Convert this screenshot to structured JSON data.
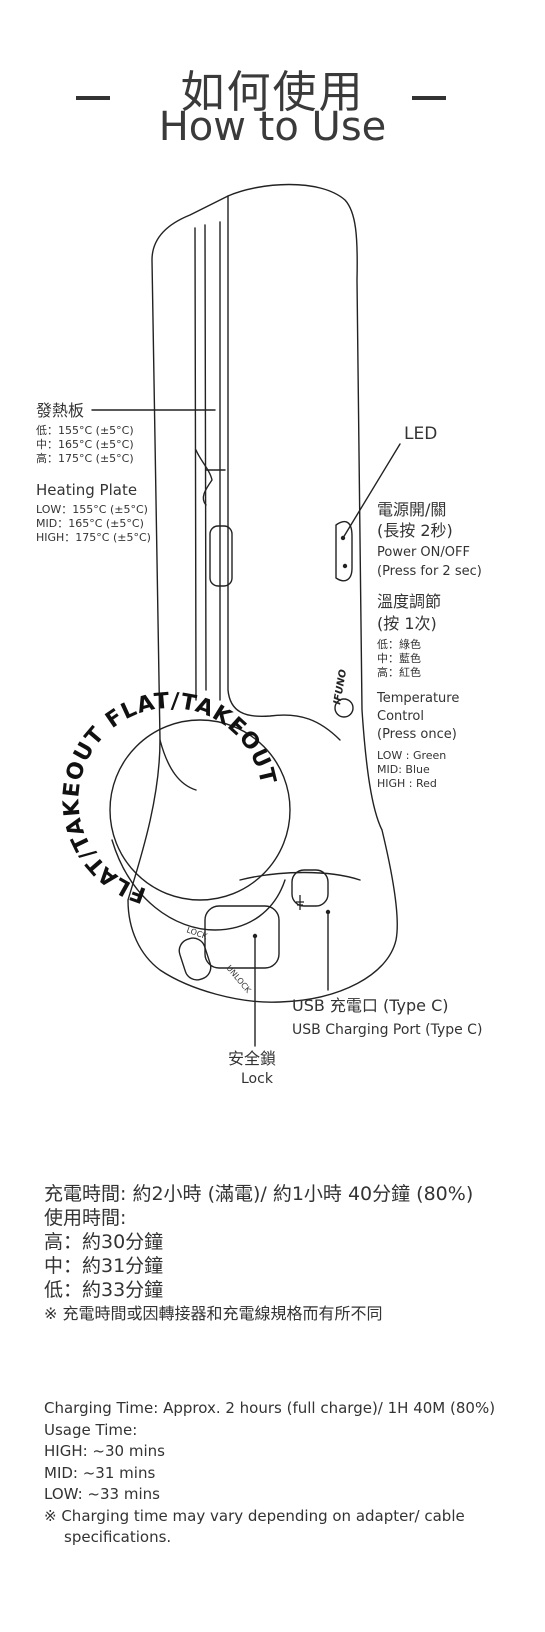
{
  "header": {
    "title_zh": "如何使用",
    "title_en": "How to Use"
  },
  "device": {
    "disc_text": "FLAT/TAKEOUT FLAT/TAKEOUT",
    "lock_text": "LOCK",
    "unlock_text": "UNLOCK",
    "brand_text": "IFUNO"
  },
  "heating_plate": {
    "title_zh": "發熱板",
    "zh_lines": [
      "低：155°C (±5°C)",
      "中：165°C (±5°C)",
      "高：175°C (±5°C)"
    ],
    "title_en": "Heating Plate",
    "en_lines": [
      "LOW：155°C (±5°C)",
      "MID：165°C (±5°C)",
      "HIGH：175°C (±5°C)"
    ]
  },
  "led": {
    "label": "LED"
  },
  "power": {
    "zh_line1": "電源開/關",
    "zh_line2": "(長按 2秒)",
    "en_line1": "Power ON/OFF",
    "en_line2": "(Press for 2 sec)"
  },
  "temperature": {
    "zh_line1": "溫度調節",
    "zh_line2": "(按 1次)",
    "zh_colors": [
      "低：綠色",
      "中：藍色",
      "高：紅色"
    ],
    "en_line1": "Temperature",
    "en_line2": "Control",
    "en_line3": "(Press once)",
    "en_colors": [
      "LOW : Green",
      "MID: Blue",
      "HIGH : Red"
    ]
  },
  "usb": {
    "zh": "USB 充電口 (Type C)",
    "en": "USB Charging Port (Type C)"
  },
  "lock": {
    "zh": "安全鎖",
    "en": "Lock"
  },
  "notes_zh": [
    "充電時間: 約2小時 (滿電)/ 約1小時 40分鐘 (80%)",
    "使用時間:",
    "高：約30分鐘",
    "中：約31分鐘",
    "低：約33分鐘",
    "※ 充電時間或因轉接器和充電線規格而有所不同"
  ],
  "notes_en": [
    "Charging Time: Approx. 2 hours (full charge)/ 1H 40M (80%)",
    "Usage Time:",
    "HIGH: ~30 mins",
    "MID: ~31 mins",
    "LOW: ~33 mins",
    "※ Charging time may vary depending on adapter/ cable",
    "specifications."
  ]
}
